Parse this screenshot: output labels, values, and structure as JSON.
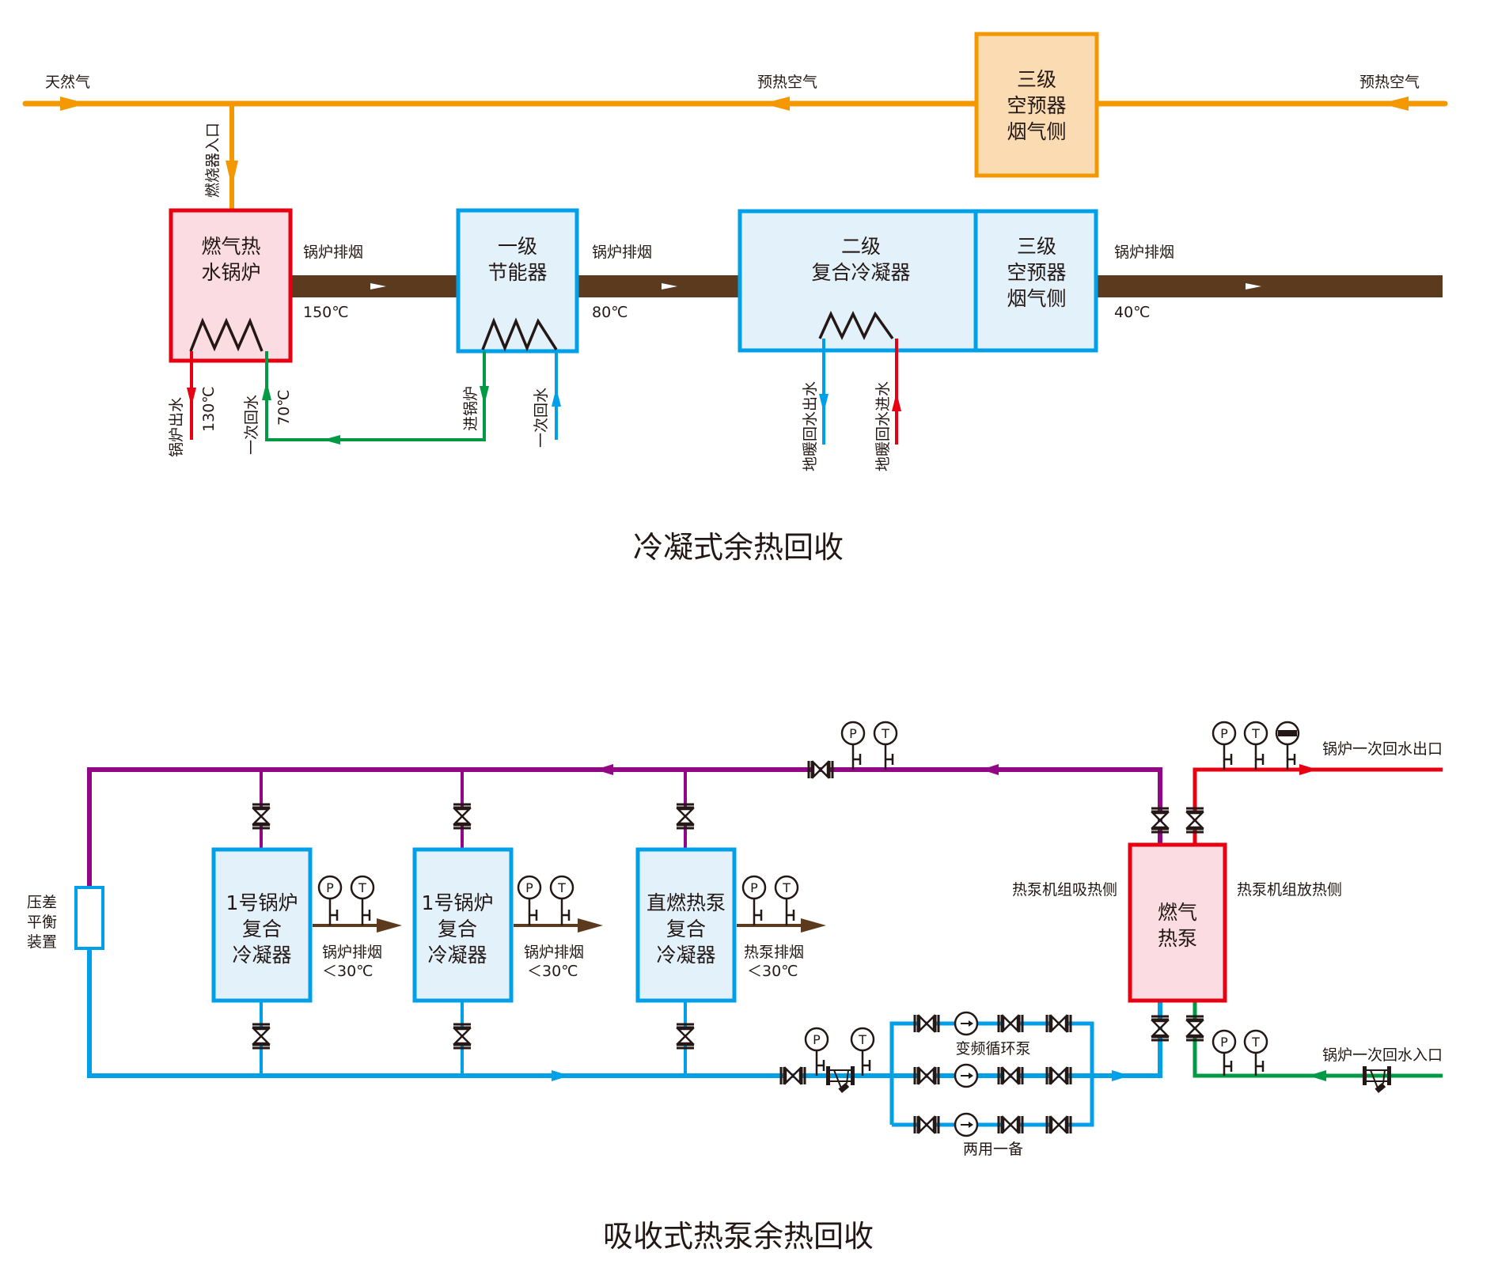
{
  "colors": {
    "gas": "#f39800",
    "gas_fill": "#fbdcb2",
    "flue": "#5c3a1e",
    "boiler_red": "#e60012",
    "boiler_fill": "#fadce2",
    "cool_blue": "#00a0e9",
    "cool_fill": "#e3f2fa",
    "purple": "#920783",
    "green": "#009944",
    "ink": "#231815"
  },
  "top_diagram": {
    "title": "冷凝式余热回收",
    "gas_line": {
      "inlet_label": "天然气",
      "mid_label": "预热空气",
      "right_label": "预热空气",
      "burner_inlet_label": "燃烧器入口"
    },
    "air_preheater_top": {
      "lines": [
        "三级",
        "空预器",
        "烟气侧"
      ]
    },
    "boiler": {
      "lines": [
        "燃气热",
        "水锅炉"
      ]
    },
    "economizer": {
      "lines": [
        "一级",
        "节能器"
      ]
    },
    "composite_condenser": {
      "lines": [
        "二级",
        "复合冷凝器"
      ]
    },
    "air_preheater_flue": {
      "lines": [
        "三级",
        "空预器",
        "烟气侧"
      ]
    },
    "flue_segments": [
      {
        "label": "锅炉排烟",
        "temp": "150℃"
      },
      {
        "label": "锅炉排烟",
        "temp": "80℃"
      },
      {
        "label": "锅炉排烟",
        "temp": "40℃"
      }
    ],
    "water_labels": {
      "boiler_out": "锅炉出水",
      "boiler_out_temp": "130℃",
      "primary_return_1": "一次回水",
      "primary_return_temp": "70℃",
      "to_boiler": "进锅炉",
      "primary_return_2": "一次回水",
      "floor_out": "地暖回水出水",
      "floor_in": "地暖回水进水"
    }
  },
  "bottom_diagram": {
    "title": "吸收式热泵余热回收",
    "balance_device": {
      "lines": [
        "压差",
        "平衡",
        "装置"
      ]
    },
    "condensers": [
      {
        "lines": [
          "1号锅炉",
          "复合",
          "冷凝器"
        ],
        "flue_label": "锅炉排烟",
        "flue_temp": "＜30℃"
      },
      {
        "lines": [
          "1号锅炉",
          "复合",
          "冷凝器"
        ],
        "flue_label": "锅炉排烟",
        "flue_temp": "＜30℃"
      },
      {
        "lines": [
          "直燃热泵",
          "复合",
          "冷凝器"
        ],
        "flue_label": "热泵排烟",
        "flue_temp": "＜30℃"
      }
    ],
    "heat_pump": {
      "lines": [
        "燃气",
        "热泵"
      ],
      "absorb_side": "热泵机组吸热侧",
      "release_side": "热泵机组放热侧"
    },
    "pumps": {
      "label": "变频循环泵",
      "note": "两用一备"
    },
    "outlet_label": "锅炉一次回水出口",
    "inlet_label": "锅炉一次回水入口",
    "gauge_p": "P",
    "gauge_t": "T"
  }
}
